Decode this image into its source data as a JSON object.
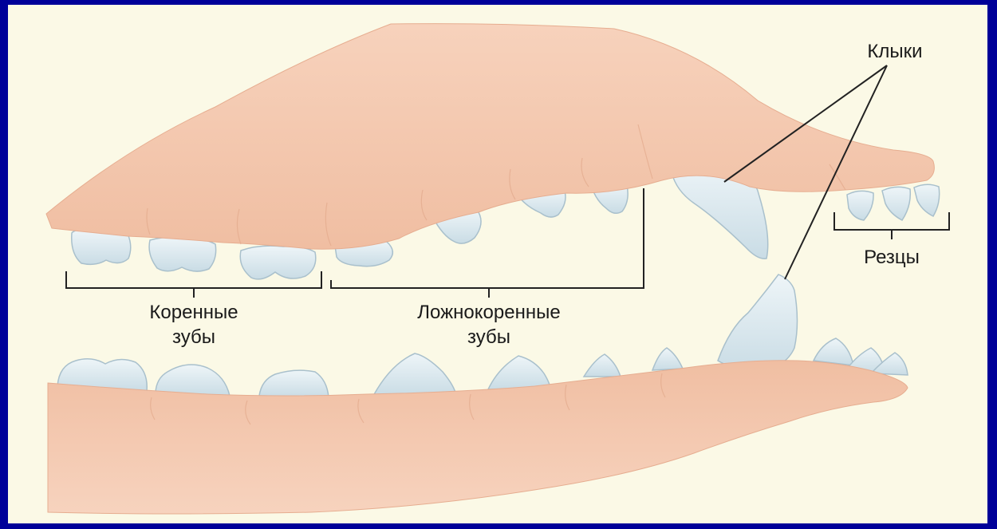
{
  "labels": {
    "molars_line1": "Коренные",
    "molars_line2": "зубы",
    "premolars_line1": "Ложнокоренные",
    "premolars_line2": "зубы",
    "canines": "Клыки",
    "incisors": "Резцы"
  },
  "colors": {
    "background": "#000099",
    "panel": "#fbf9e6",
    "gum": "#f4c7ad",
    "tooth": "#dce9ef",
    "line": "#222222"
  }
}
